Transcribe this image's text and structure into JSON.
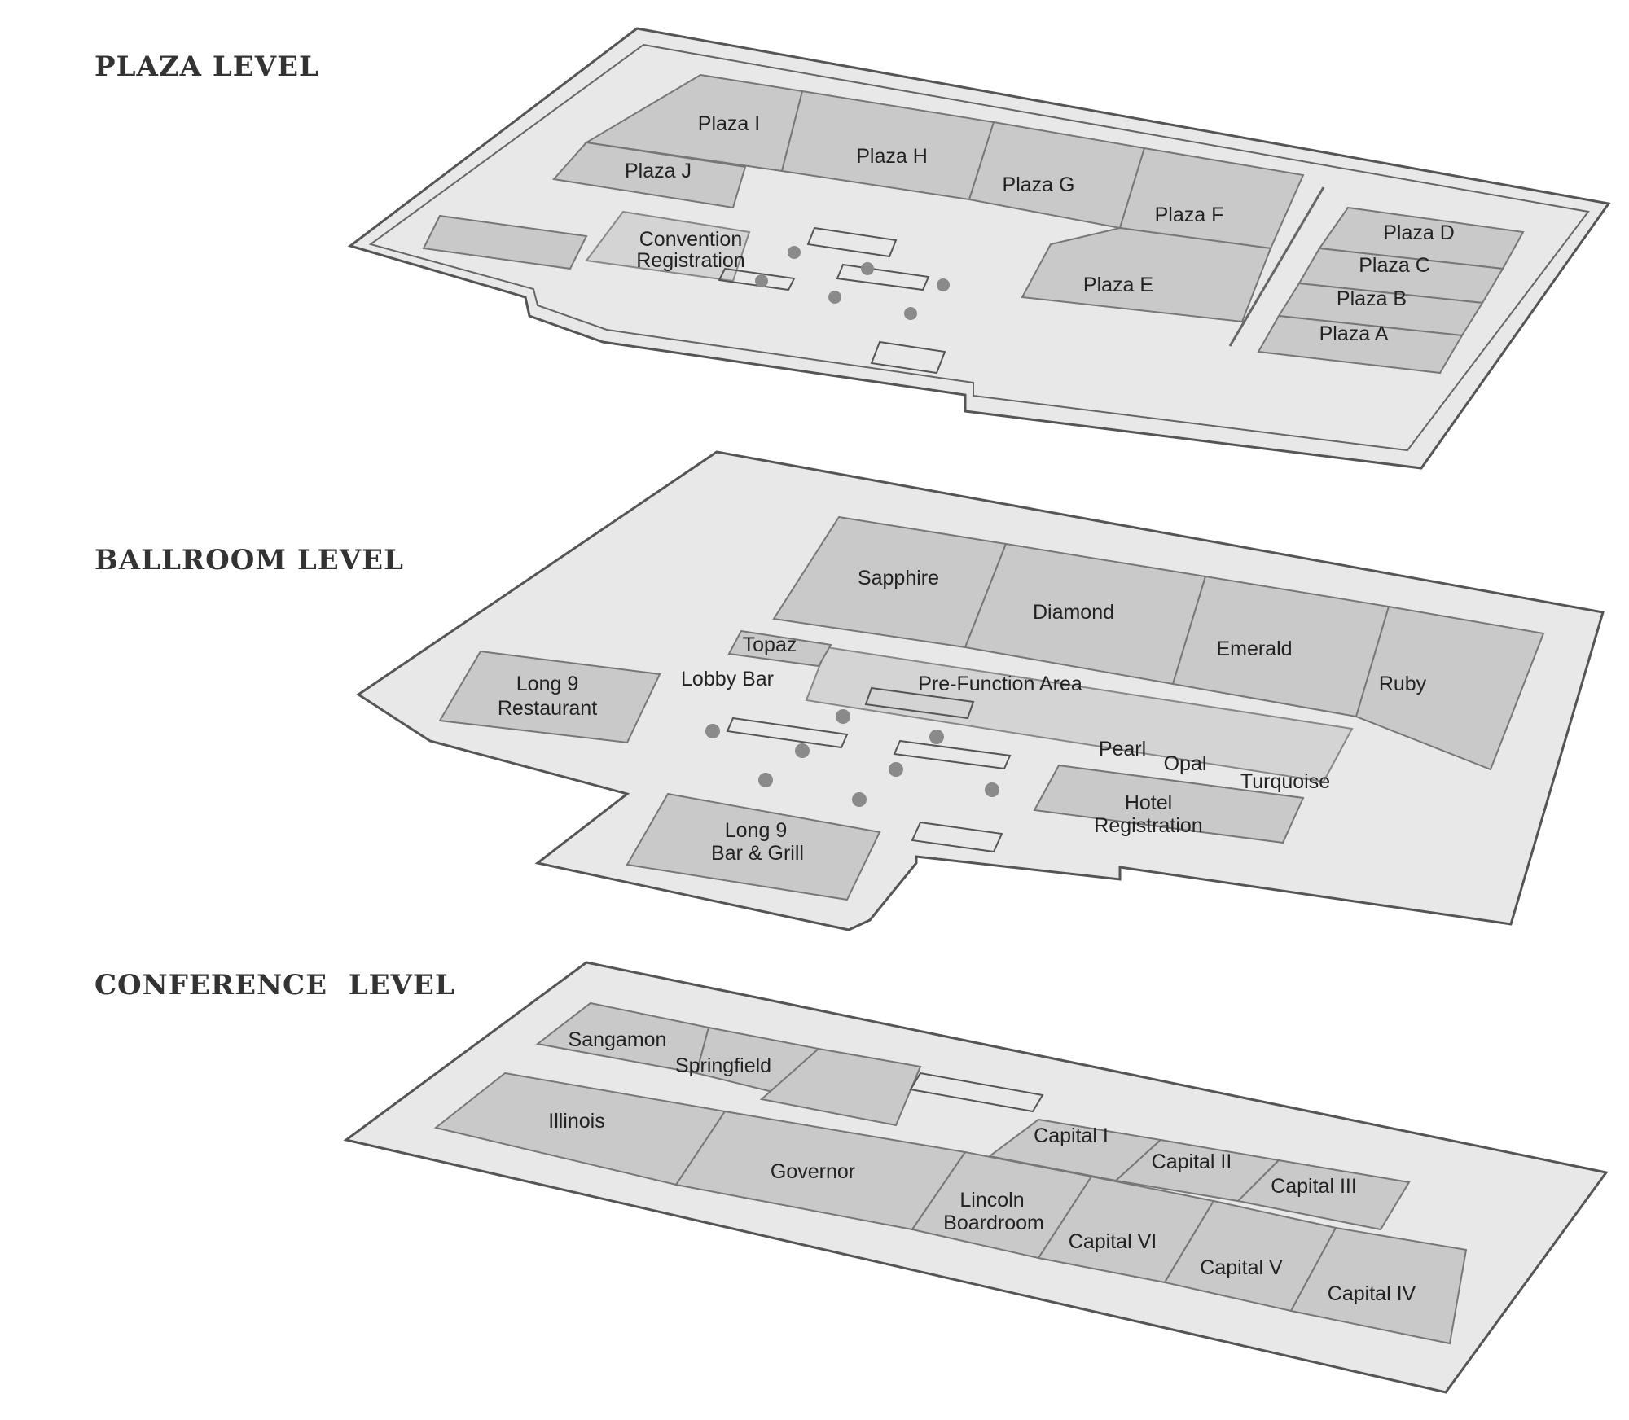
{
  "levels": {
    "plaza": {
      "title": "PLAZA LEVEL"
    },
    "ballroom": {
      "title": "BALLROOM LEVEL"
    },
    "conference": {
      "title": "CONFERENCE  LEVEL"
    }
  },
  "rooms": {
    "plaza_i": "Plaza I",
    "plaza_h": "Plaza H",
    "plaza_j": "Plaza J",
    "plaza_g": "Plaza G",
    "plaza_f": "Plaza F",
    "plaza_e": "Plaza E",
    "plaza_d": "Plaza D",
    "plaza_c": "Plaza C",
    "plaza_b": "Plaza B",
    "plaza_a": "Plaza A",
    "convention_registration_1": "Convention",
    "convention_registration_2": "Registration",
    "sapphire": "Sapphire",
    "diamond": "Diamond",
    "emerald": "Emerald",
    "ruby": "Ruby",
    "topaz": "Topaz",
    "lobby_bar": "Lobby Bar",
    "pre_function": "Pre-Function Area",
    "long9_rest_1": "Long 9",
    "long9_rest_2": "Restaurant",
    "pearl": "Pearl",
    "opal": "Opal",
    "turquoise": "Turquoise",
    "hotel_reg_1": "Hotel",
    "hotel_reg_2": "Registration",
    "long9_bar_1": "Long 9",
    "long9_bar_2": "Bar & Grill",
    "sangamon": "Sangamon",
    "springfield": "Springfield",
    "illinois": "Illinois",
    "governor": "Governor",
    "lincoln_1": "Lincoln",
    "lincoln_2": "Boardroom",
    "capital_1": "Capital I",
    "capital_2": "Capital II",
    "capital_3": "Capital III",
    "capital_4": "Capital IV",
    "capital_5": "Capital V",
    "capital_6": "Capital VI"
  },
  "colors": {
    "floor": "#e8e8e8",
    "room": "#c9c9c9",
    "wall": "#555555",
    "column": "#8a8a8a"
  }
}
